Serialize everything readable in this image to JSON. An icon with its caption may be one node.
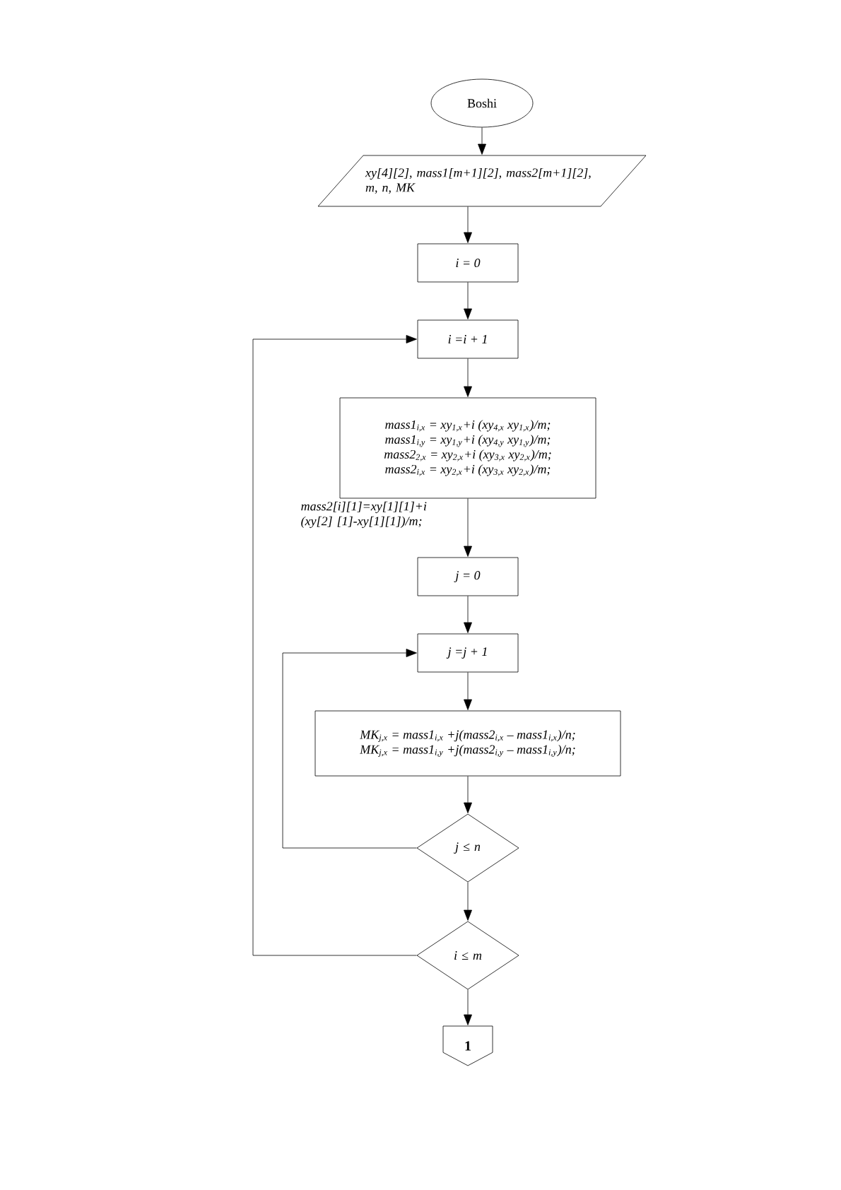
{
  "diagram": {
    "nodes": [
      {
        "text": [
          "Boshi"
        ]
      },
      {
        "text": [
          "xy[4][2], mass1[m+1][2], mass2[m+1][2], m, n, MK"
        ]
      },
      {
        "text": [
          "i = 0"
        ]
      },
      {
        "text": [
          "i =i + 1"
        ]
      },
      {
        "text": [
          "mass1$_{i,x}$ = xy$_{1,x}$+i (xy$_{4,x}$ xy$_{1,x}$)/m;",
          "mass1$_{i,y}$ = xy$_{1,y}$+i (xy$_{4,y}$ xy$_{1,y}$)/m;",
          "mass2$_{2,x}$ = xy$_{2,x}$+i (xy$_{3,x}$ xy$_{2,x}$)/m;",
          "mass2$_{i,x}$ = xy$_{2,x}$+i (xy$_{3,x}$ xy$_{2,x}$)/m;"
        ],
        "beside": [
          "mass2[i][1]=xy[1][1]+i (xy[2] [1]-xy[1][1])/m;"
        ]
      },
      {
        "text": [
          "j = 0"
        ]
      },
      {
        "text": [
          "j =j + 1"
        ]
      },
      {
        "text": [
          "MK$_{j,x}$ = mass1$_{i,x}$ +j(mass2$_{i,x}$ – mass1$_{i,x}$)/n;",
          "MK$_{j,x}$ = mass1$_{i,y}$ +j(mass2$_{i,y}$ – mass1$_{i,y}$)/n;"
        ]
      },
      {
        "text": [
          "j ≤ n"
        ]
      },
      {
        "text": [
          "i ≤ m"
        ]
      },
      {
        "text": [
          "1"
        ]
      }
    ],
    "edges": [
      {
        "from": 0,
        "to": 1,
        "arrow": "to"
      },
      {
        "from": 1,
        "to": 2,
        "arrow": "to"
      },
      {
        "from": 2,
        "to": 3,
        "arrow": "to"
      },
      {
        "from": 3,
        "to": 4,
        "arrow": "to"
      },
      {
        "from": 4,
        "to": 5,
        "arrow": "to"
      },
      {
        "from": 5,
        "to": 6,
        "arrow": "to"
      },
      {
        "from": 6,
        "to": 7,
        "arrow": "to"
      },
      {
        "from": 7,
        "to": 8,
        "arrow": "to"
      },
      {
        "from": 8,
        "to": 6,
        "arrow": "to"
      },
      {
        "from": 8,
        "to": 9,
        "arrow": "to"
      },
      {
        "from": 9,
        "to": 3,
        "arrow": "to"
      },
      {
        "from": 9,
        "to": 10,
        "arrow": "to"
      }
    ]
  }
}
